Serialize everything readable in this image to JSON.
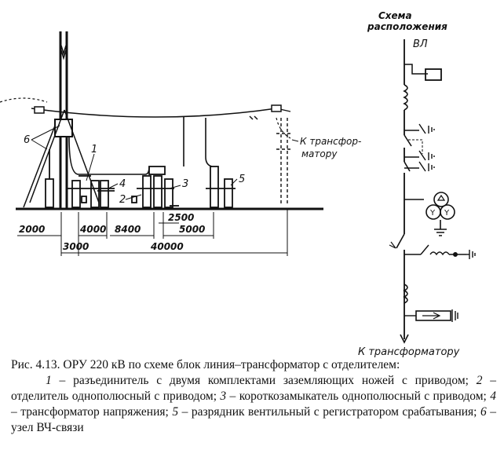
{
  "diagram": {
    "layout_title_line1": "Схема",
    "layout_title_line2": "расположения",
    "line_label": "ВЛ",
    "to_transformer_side": "К трансфор-",
    "to_transformer_side_2": "матору",
    "to_transformer_bottom": "К трансформатору",
    "callouts": [
      "1",
      "2",
      "3",
      "4",
      "5",
      "6"
    ],
    "dimensions": {
      "d2000": "2000",
      "d4000": "4000",
      "d8400": "8400",
      "d2500": "2500",
      "d5000": "5000",
      "d3000": "3000",
      "d40000": "40000"
    }
  },
  "caption": {
    "title": "Рис. 4.13. ОРУ 220 кВ по схеме блок линия–трансформатор с отделителем:",
    "items": [
      {
        "num": "1",
        "text": " – разъединитель с двумя комплектами заземляющих ножей с приводом; "
      },
      {
        "num": "2",
        "text": " – отделитель однополюсный с приводом; "
      },
      {
        "num": "3",
        "text": " – короткозамыкатель однополюсный с приводом; "
      },
      {
        "num": "4",
        "text": " – трансформатор напряжения; "
      },
      {
        "num": "5",
        "text": " – разрядник вентильный с регистратором срабатывания; "
      },
      {
        "num": "6",
        "text": " – узел ВЧ-связи"
      }
    ]
  }
}
